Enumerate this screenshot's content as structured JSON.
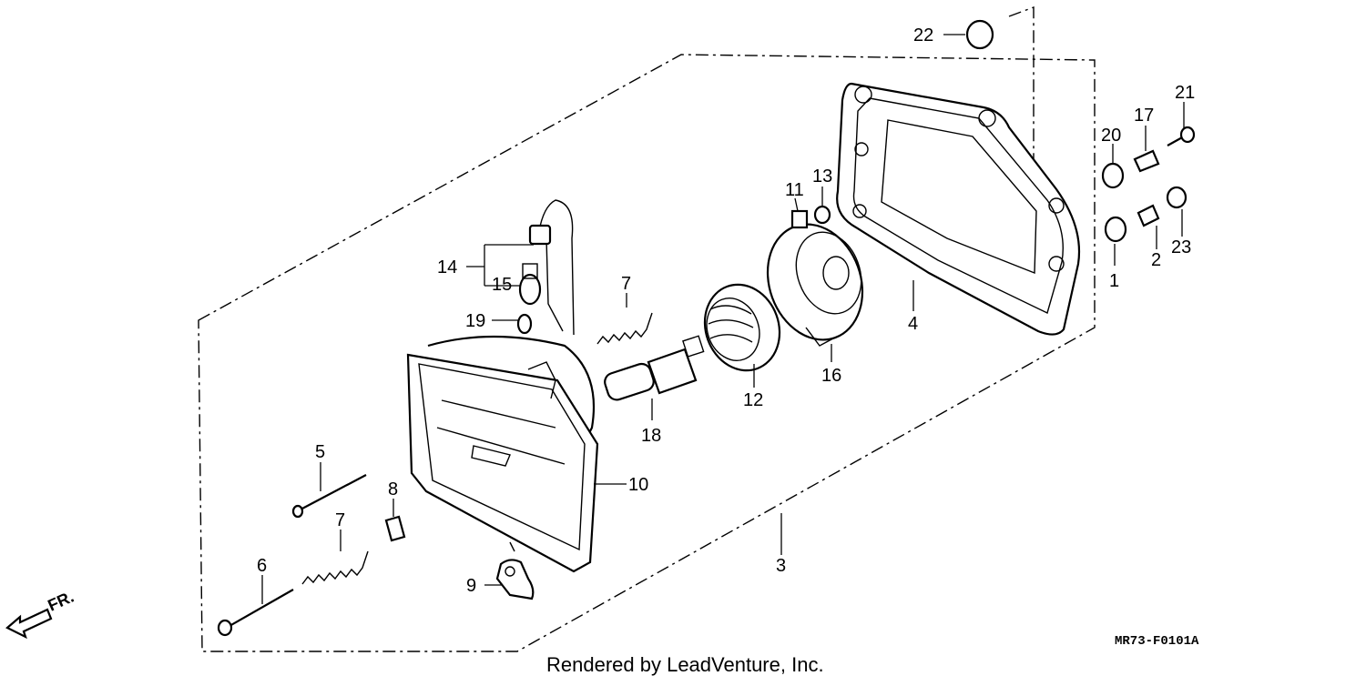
{
  "diagram": {
    "callouts": [
      {
        "id": "c1",
        "label": "1"
      },
      {
        "id": "c2",
        "label": "2"
      },
      {
        "id": "c3",
        "label": "3"
      },
      {
        "id": "c4",
        "label": "4"
      },
      {
        "id": "c5",
        "label": "5"
      },
      {
        "id": "c6",
        "label": "6"
      },
      {
        "id": "c7a",
        "label": "7"
      },
      {
        "id": "c7b",
        "label": "7"
      },
      {
        "id": "c8",
        "label": "8"
      },
      {
        "id": "c9",
        "label": "9"
      },
      {
        "id": "c10",
        "label": "10"
      },
      {
        "id": "c11",
        "label": "11"
      },
      {
        "id": "c12",
        "label": "12"
      },
      {
        "id": "c13",
        "label": "13"
      },
      {
        "id": "c14",
        "label": "14"
      },
      {
        "id": "c15",
        "label": "15"
      },
      {
        "id": "c16",
        "label": "16"
      },
      {
        "id": "c17",
        "label": "17"
      },
      {
        "id": "c18",
        "label": "18"
      },
      {
        "id": "c19",
        "label": "19"
      },
      {
        "id": "c20",
        "label": "20"
      },
      {
        "id": "c21",
        "label": "21"
      },
      {
        "id": "c22",
        "label": "22"
      },
      {
        "id": "c23",
        "label": "23"
      }
    ],
    "direction_label": "FR.",
    "diagram_code": "MR73-F0101A",
    "credit": "Rendered by LeadVenture, Inc."
  }
}
